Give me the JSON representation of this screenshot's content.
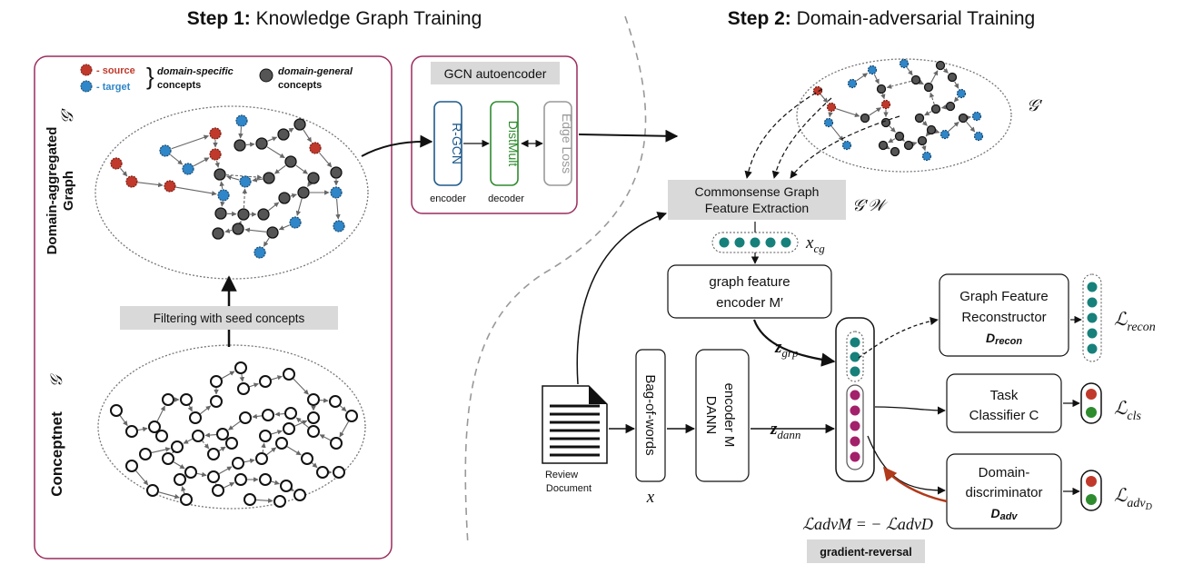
{
  "step1": {
    "bold": "Step 1:",
    "rest": " Knowledge Graph Training"
  },
  "step2": {
    "bold": "Step 2:",
    "rest": " Domain-adversarial Training"
  },
  "legend": {
    "source": "- source",
    "target": "- target",
    "specific_line1": "domain-specific",
    "specific_line2": "concepts",
    "general_line1": "domain-general",
    "general_line2": "concepts"
  },
  "left_vertical": {
    "aggregated_line1": "Domain-aggregated",
    "aggregated_line2": "Graph",
    "aggregated_symbol": "𝒢′",
    "conceptnet": "Conceptnet",
    "conceptnet_symbol": "𝒢"
  },
  "filtering_label": "Filtering with seed concepts",
  "gcn": {
    "title": "GCN autoencoder",
    "rgcn": "R-GCN",
    "distmult": "DistMult",
    "edgeloss": "Edge Loss",
    "encoder": "encoder",
    "decoder": "decoder"
  },
  "right_graph_symbol": "𝒢′",
  "extraction": {
    "line1": "Commonsense Graph",
    "line2": "Feature Extraction",
    "symbol": "𝒢′𝒲"
  },
  "x_cg": "x",
  "x_cg_sub": "cg",
  "graph_encoder": {
    "line1": "graph feature",
    "line2": "encoder M′"
  },
  "z_grp": "z",
  "z_grp_sub": "grp",
  "z_dann": "z",
  "z_dann_sub": "dann",
  "review": {
    "line1": "Review",
    "line2": "Document"
  },
  "bow": {
    "label": "Bag-of-words",
    "x": "x"
  },
  "dann": {
    "line1": "DANN",
    "line2": "encoder M"
  },
  "reconstructor": {
    "line1": "Graph Feature",
    "line2": "Reconstructor",
    "line3": "D",
    "line3_sub": "recon"
  },
  "classifier": {
    "line1": "Task",
    "line2": "Classifier C"
  },
  "discriminator": {
    "line1": "Domain-",
    "line2": "discriminator",
    "line3": "D",
    "line3_sub": "adv"
  },
  "loss_recon": {
    "main": "ℒ",
    "sub": "recon"
  },
  "loss_cls": {
    "main": "ℒ",
    "sub": "cls"
  },
  "loss_adv": {
    "main": "ℒ",
    "sub": "adv",
    "subsub": "D"
  },
  "adv_equation": "ℒadvM = − ℒadvD",
  "gradient_reversal": "gradient-reversal",
  "colors": {
    "source": "#c0392b",
    "target": "#2f86c8",
    "general": "#555555",
    "teal": "#17807a",
    "magenta": "#a3206b",
    "frame": "#9b2c5e",
    "rgcn": "#1f5a8a",
    "distmult": "#2e8b2e",
    "edgeloss": "#999999",
    "arrow_red": "#b03a1a",
    "gray_box": "#d9d9d9"
  }
}
